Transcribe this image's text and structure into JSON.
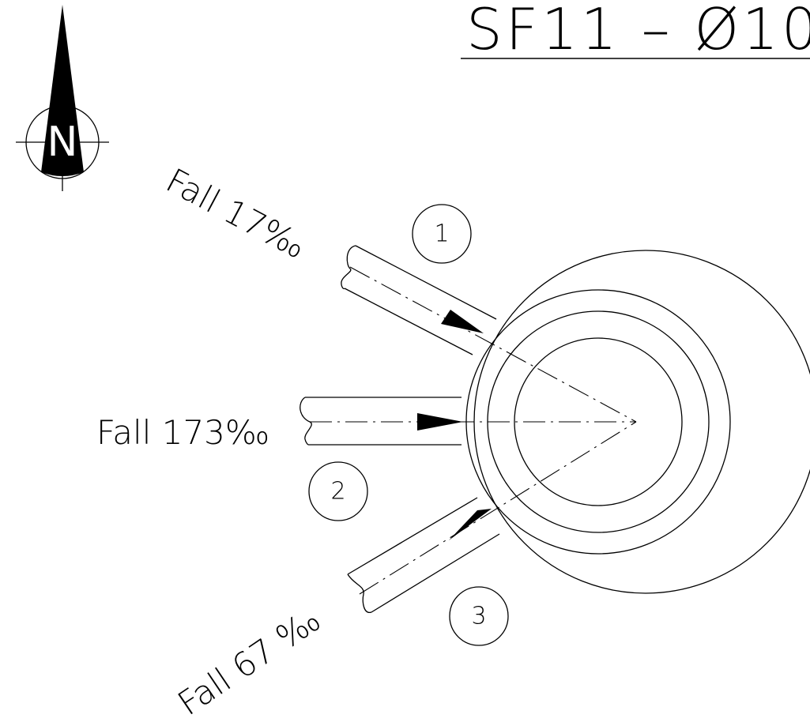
{
  "title": "SF11 – Ø10",
  "north_label": "N",
  "pipes": [
    {
      "number": "1",
      "fall_label": "Fall 17‰"
    },
    {
      "number": "2",
      "fall_label": "Fall 173‰"
    },
    {
      "number": "3",
      "fall_label": "Fall 67 ‰"
    }
  ]
}
